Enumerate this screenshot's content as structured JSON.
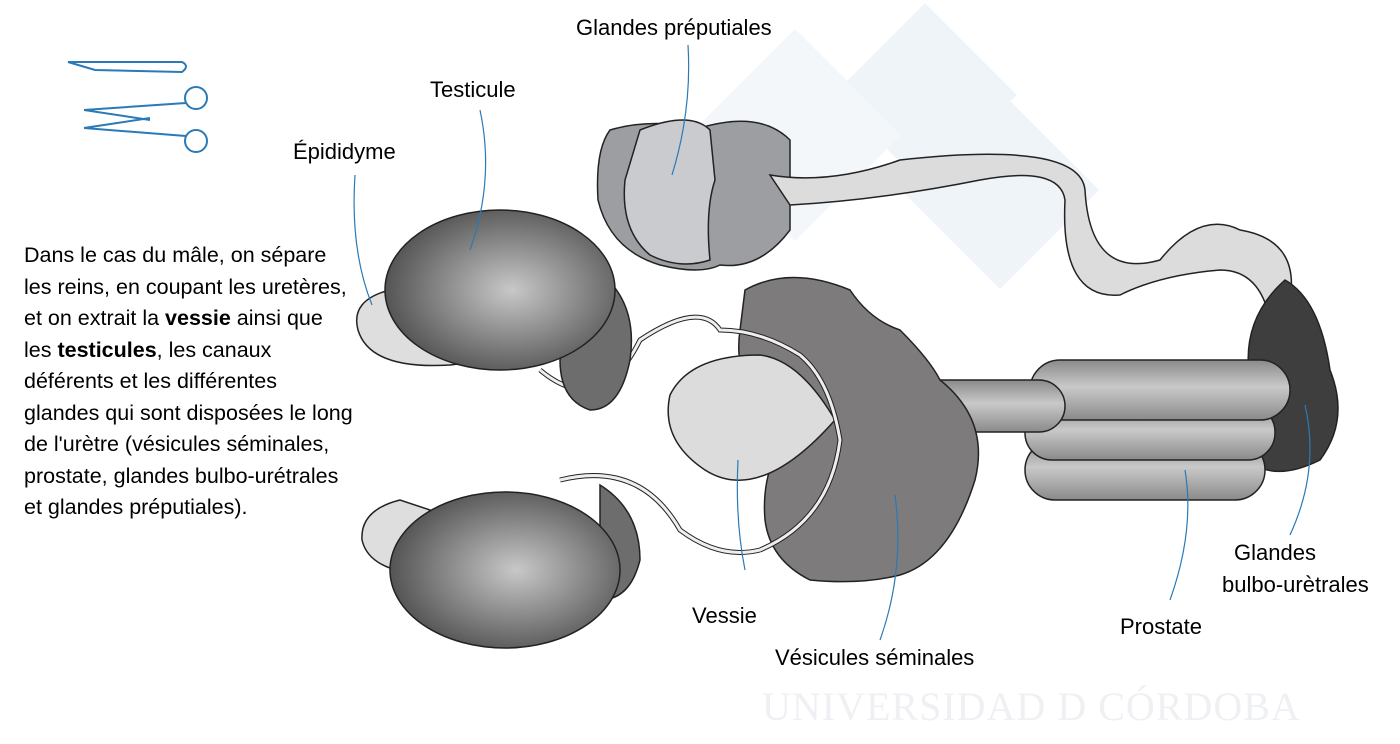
{
  "description": {
    "part1": "Dans le cas du mâle, on sépare les reins, en coupant les uretères, et on extrait la ",
    "bold1": "vessie",
    "part2": " ainsi que les ",
    "bold2": "testicules",
    "part3": ", les canaux déférents et les différentes glandes qui sont disposées le long de l'urètre (vésicules séminales, prostate, glandes bulbo-urétrales et glandes préputiales)."
  },
  "labels": {
    "glandes_preputiales": "Glandes préputiales",
    "testicule": "Testicule",
    "epididyme": "Épididyme",
    "vessie": "Vessie",
    "vesicules_seminales": "Vésicules séminales",
    "prostate": "Prostate",
    "glandes_bulbo_1": "Glandes",
    "glandes_bulbo_2": "bulbo-urètrales"
  },
  "watermark": {
    "text": "UNIVERSIDAD D CÓRDOBA",
    "mark": "3"
  },
  "colors": {
    "leader_line": "#2a7ab8",
    "tool_icon": "#2a7ab8",
    "watermark": "#e8eef5"
  }
}
